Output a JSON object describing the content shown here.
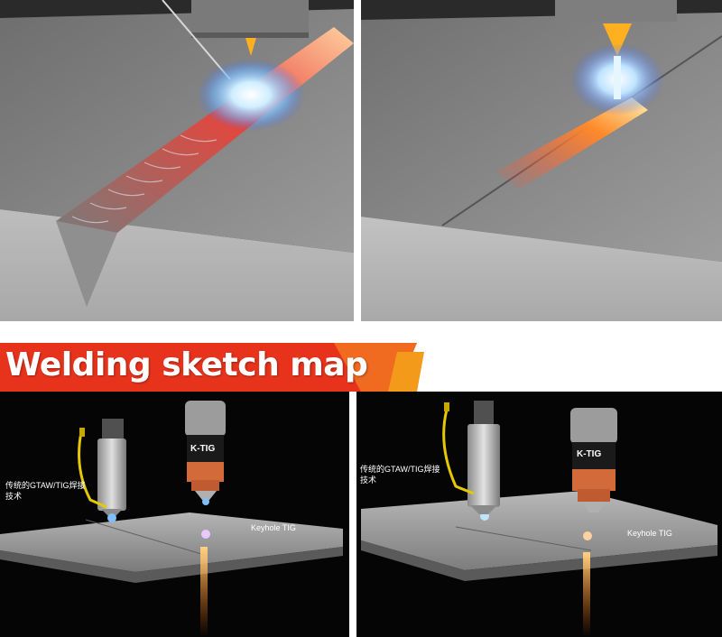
{
  "banner": {
    "title": "Welding sketch map"
  },
  "bottom_left": {
    "label_traditional": "传统的GTAW/TIG焊接技术",
    "label_keyhole": "Keyhole TIG",
    "torch_brand": "K-TIG"
  },
  "bottom_right": {
    "label_traditional": "传统的GTAW/TIG焊接技术",
    "label_keyhole": "Keyhole TIG",
    "torch_brand": "K-TIG"
  },
  "colors": {
    "banner_red": "#e8331c",
    "banner_orange": "#f39a1b",
    "plate_gray": "#8a8a8a",
    "arc_blue": "#aee0ff",
    "molten_orange": "#ff7a2a"
  }
}
